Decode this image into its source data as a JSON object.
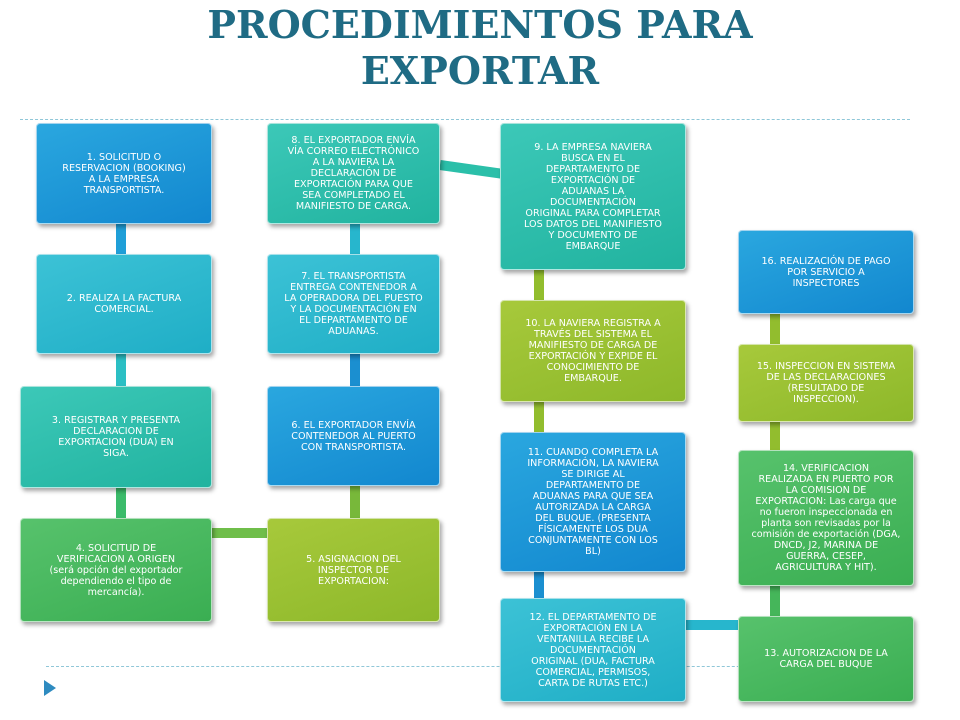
{
  "title": "PROCEDIMIENTOS PARA EXPORTAR",
  "colors": {
    "title": "#1f6b84",
    "blue": "#1a96d8",
    "cyan": "#27b6cd",
    "teal": "#29bda9",
    "green": "#45b65a",
    "lime": "#99c133",
    "connector_blue": "#1b8fd0",
    "connector_green": "#3fb257",
    "connector_lime": "#92bd2e",
    "connector_teal": "#2bbfa9"
  },
  "boxes": [
    {
      "id": "b1",
      "text": "1. SOLICITUD  O\nRESERVACION (BOOKING)\nA LA EMPRESA\nTRANSPORTISTA."
    },
    {
      "id": "b2",
      "text": "2. REALIZA LA FACTURA\nCOMERCIAL."
    },
    {
      "id": "b3",
      "text": "3. REGISTRAR Y PRESENTA\nDECLARACION DE\nEXPORTACION (DUA) EN\nSIGA."
    },
    {
      "id": "b4",
      "text": "4. SOLICITUD DE\nVERIFICACION A ORIGEN\n(será opción del exportador\ndependiendo el tipo de\nmercancía)."
    },
    {
      "id": "b5",
      "text": "5. ASIGNACION DEL\nINSPECTOR DE\nEXPORTACION:"
    },
    {
      "id": "b6",
      "text": "6. EL EXPORTADOR ENVÍA\nCONTENEDOR AL PUERTO\nCON TRANSPORTISTA."
    },
    {
      "id": "b7",
      "text": "7. EL TRANSPORTISTA\nENTREGA CONTENEDOR A\nLA OPERADORA DEL PUESTO\nY LA DOCUMENTACIÓN EN\nEL DEPARTAMENTO  DE\nADUANAS."
    },
    {
      "id": "b8",
      "text": "8. EL EXPORTADOR ENVÍA\nVÍA CORREO ELECTRÓNICO\nA LA NAVIERA LA\nDECLARACIÓN DE\nEXPORTACIÓN PARA QUE\nSEA COMPLETADO EL\nMANIFIESTO DE CARGA."
    },
    {
      "id": "b9",
      "text": "9. LA EMPRESA NAVIERA\nBUSCA EN EL\nDEPARTAMENTO  DE\nEXPORTACIÓN DE\nADUANAS LA\nDOCUMENTACIÓN\nORIGINAL PARA COMPLETAR\nLOS DATOS DEL MANIFIESTO\nY DOCUMENTO DE\nEMBARQUE"
    },
    {
      "id": "b10",
      "text": "10. LA NAVIERA REGISTRA A\nTRAVÉS DEL SISTEMA EL\nMANIFIESTO DE CARGA DE\nEXPORTACIÓN Y EXPIDE EL\nCONOCIMIENTO DE\nEMBARQUE."
    },
    {
      "id": "b11",
      "text": "11. CUANDO COMPLETA LA\nINFORMACIÓN, LA NAVIERA\nSE DIRIGE AL\nDEPARTAMENTO  DE\nADUANAS PARA QUE SEA\nAUTORIZADA LA CARGA\nDEL BUQUE. (PRESENTA\nFÍSICAMENTE LOS DUA\nCONJUNTAMENTE CON LOS\nBL)"
    },
    {
      "id": "b12",
      "text": "12. EL DEPARTAMENTO  DE\nEXPORTACIÓN EN LA\nVENTANILLA  RECIBE LA\nDOCUMENTACIÓN\nORIGINAL (DUA, FACTURA\nCOMERCIAL, PERMISOS,\nCARTA DE RUTAS ETC.)"
    },
    {
      "id": "b13",
      "text": "13. AUTORIZACION DE LA\nCARGA DEL BUQUE"
    },
    {
      "id": "b14",
      "text": "14. VERIFICACION\nREALIZADA EN PUERTO POR\nLA COMISION DE\nEXPORTACION: Las carga que\nno fueron inspeccionada en\nplanta son revisadas por la\ncomisión de exportación (DGA,\nDNCD, J2, MARINA DE\nGUERRA, CESEP,\nAGRICULTURA Y HIT)."
    },
    {
      "id": "b15",
      "text": "15. INSPECCION EN SISTEMA\nDE LAS DECLARACIONES\n(RESULTADO DE\nINSPECCION)."
    },
    {
      "id": "b16",
      "text": "16. REALIZACIÓN DE PAGO\nPOR SERVICIO A\nINSPECTORES"
    }
  ]
}
